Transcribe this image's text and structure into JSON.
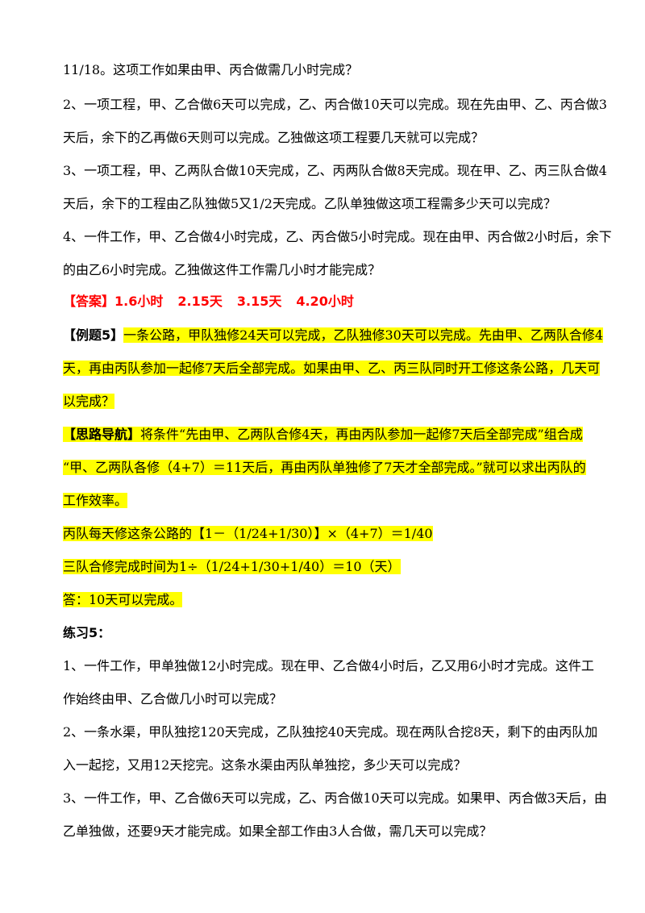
{
  "lines": {
    "l1": "11/18。这项工作如果由甲、丙合做需几小时完成？",
    "l2": "2、一项工程，甲、乙合做6天可以完成，乙、丙合做10天可以完成。现在先由甲、乙、丙合做3",
    "l3": "天后，余下的乙再做6天则可以完成。乙独做这项工程要几天就可以完成？",
    "l4": "3、一项工程，甲、乙两队合做10天完成，乙、丙两队合做8天完成。现在甲、乙、丙三队合做4",
    "l5": "天后，余下的工程由乙队独做5又1/2天完成。乙队单独做这项工程需多少天可以完成？",
    "l6": "4、一件工作，甲、乙合做4小时完成，乙、丙合做5小时完成。现在由甲、丙合做2小时后，余下",
    "l7": "的由乙6小时完成。乙独做这件工作需几小时才能完成？"
  },
  "answer": {
    "label": "【答案】",
    "a1": "1.6小时",
    "a2": "2.15天",
    "a3": "3.15天",
    "a4": "4.20小时"
  },
  "example5": {
    "label": "【例题5】",
    "l1": "一条公路，甲队独修24天可以完成，乙队独修30天可以完成。先由甲、乙两队合修4",
    "l2": "天，再由丙队参加一起修7天后全部完成。如果由甲、乙、丙三队同时开工修这条公路，几天可",
    "l3": "以完成？"
  },
  "guide": {
    "label": "【思路导航】",
    "l1": "将条件“先由甲、乙两队合修4天，再由丙队参加一起修7天后全部完成”组合成",
    "l2": "“甲、乙两队各修（4+7）＝11天后，再由丙队单独修了7天才全部完成。”就可以求出丙队的",
    "l3": "工作效率。",
    "calc1": "丙队每天修这条公路的【1－（1/24+1/30）】×（4+7）＝1/40",
    "calc2": "三队合修完成时间为1÷（1/24+1/30+1/40）＝10（天）",
    "ans": "答：10天可以完成。"
  },
  "practice5": {
    "title": "练习5：",
    "p1a": "1、一件工作，甲单独做12小时完成。现在甲、乙合做4小时后，乙又用6小时才完成。这件工",
    "p1b": "作始终由甲、乙合做几小时可以完成？",
    "p2a": "2、一条水渠，甲队独挖120天完成，乙队独挖40天完成。现在两队合挖8天，剩下的由丙队加",
    "p2b": "入一起挖，又用12天挖完。这条水渠由丙队单独挖，多少天可以完成？",
    "p3a": "3、一件工作，甲、乙合做6天可以完成，乙、丙合做10天可以完成。如果甲、丙合做3天后，由",
    "p3b": "乙单独做，还要9天才能完成。如果全部工作由3人合做，需几天可以完成？"
  }
}
